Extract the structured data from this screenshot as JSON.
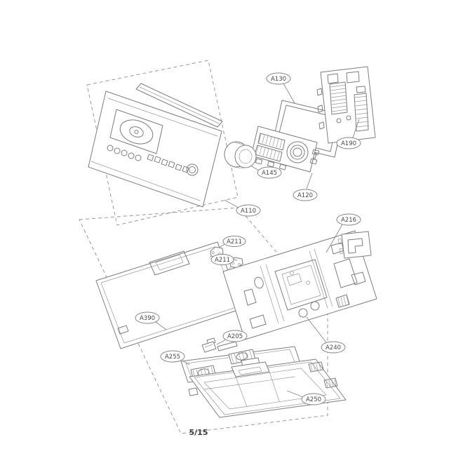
{
  "page": {
    "indicator": "5/15"
  },
  "callouts": {
    "a130": "A130",
    "a190": "A190",
    "a145": "A145",
    "a120": "A120",
    "a110": "A110",
    "a216": "A216",
    "a211_top": "A211",
    "a211_bottom": "A211",
    "a390": "A390",
    "a205": "A205",
    "a255": "A255",
    "a240": "A240",
    "a250": "A250"
  },
  "colors": {
    "line": "#7d7d7d",
    "label_text": "#4a4a4a",
    "background": "#ffffff"
  }
}
